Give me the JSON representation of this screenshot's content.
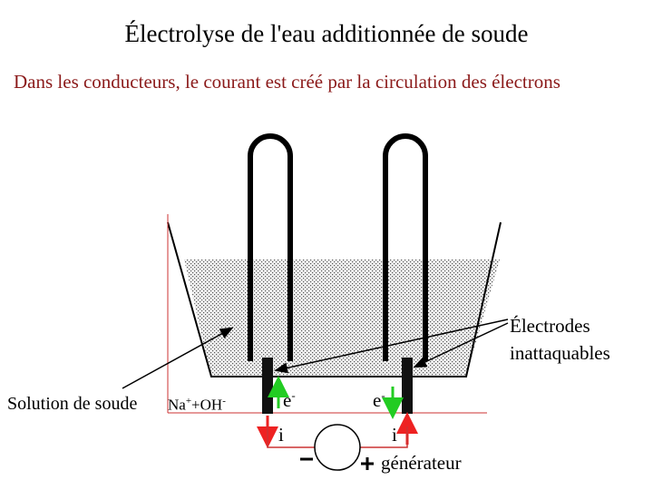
{
  "title": "Électrolyse de l'eau additionnée de soude",
  "subtitle": "Dans les conducteurs, le courant est créé par la circulation des électrons",
  "labels": {
    "electrodes_line1": "Électrodes",
    "electrodes_line2": "inattaquables",
    "solution": "Solution de soude",
    "ion_na": "Na",
    "ion_na_charge": "+",
    "ion_plus": "+OH",
    "ion_oh_charge": "-",
    "electron": "e",
    "electron_charge": "-",
    "current": "i",
    "generator": "générateur"
  },
  "colors": {
    "subtitle": "#8b1a1a",
    "electron_arrow": "#22cc22",
    "current_arrow": "#ee2222",
    "circuit_wire": "#cc3333"
  },
  "icons": {
    "minus_terminal": "minus-sign",
    "plus_terminal": "plus-sign"
  }
}
